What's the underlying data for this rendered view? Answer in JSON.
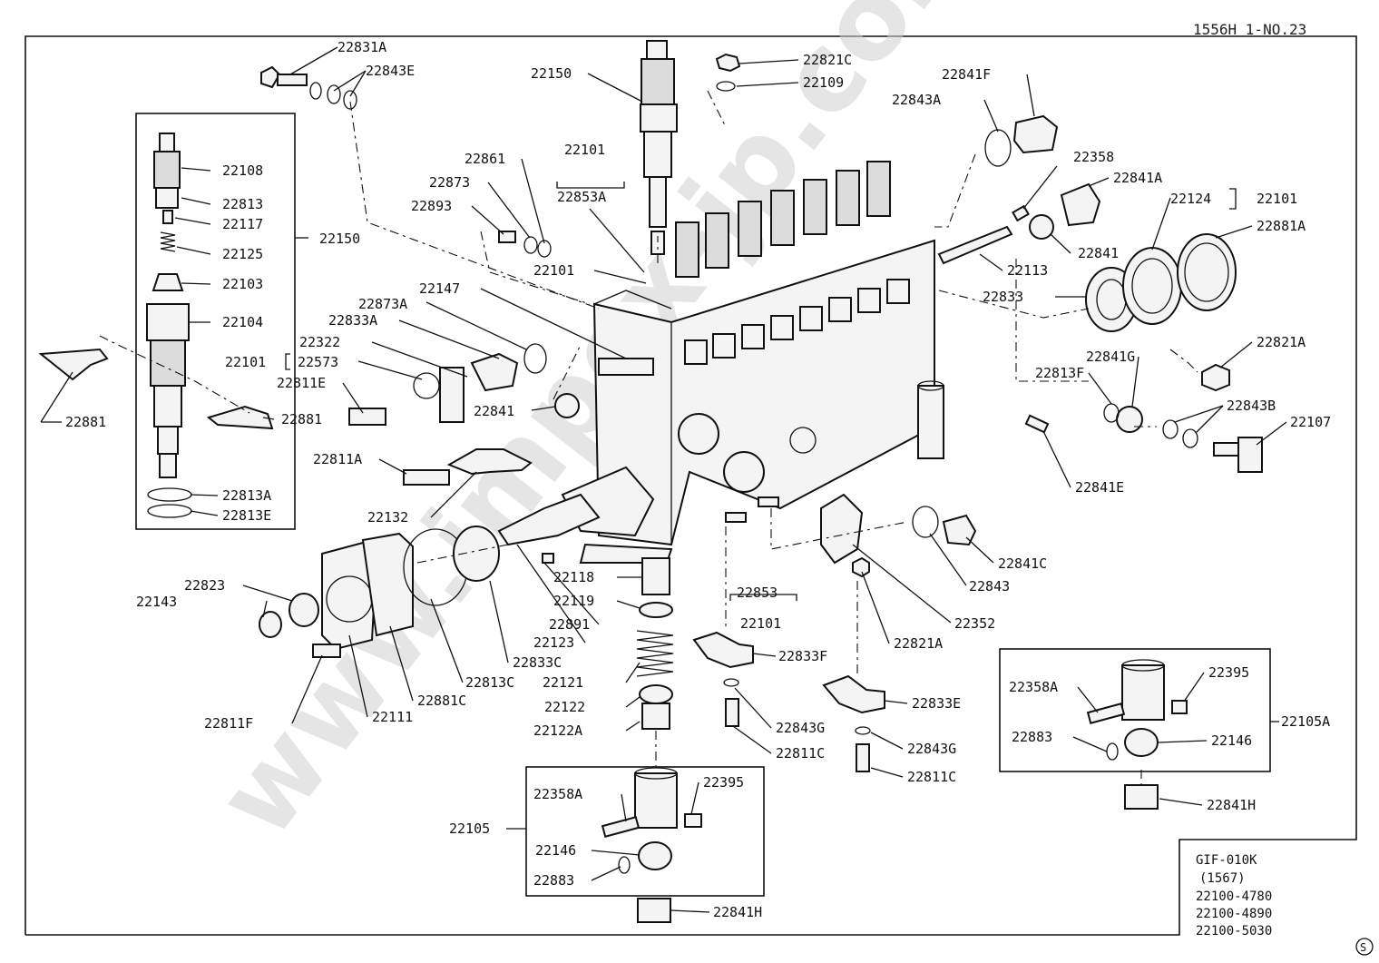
{
  "header": {
    "sheet_ref": "1556H 1-NO.23"
  },
  "watermark": {
    "text": "www.impex-jp.com",
    "color": "#cccccc"
  },
  "title_block": {
    "lines": [
      "GIF-010K",
      "(1567)",
      "22100-4780",
      "22100-4890",
      "22100-5030"
    ]
  },
  "corner_mark": "S",
  "part_labels": {
    "p22831A": "22831A",
    "p22843E": "22843E",
    "p22150a": "22150",
    "p22821C": "22821C",
    "p22109": "22109",
    "p22841F": "22841F",
    "p22843A": "22843A",
    "p22108": "22108",
    "p22813": "22813",
    "p22117": "22117",
    "p22125": "22125",
    "p22150b": "22150",
    "p22103": "22103",
    "p22104": "22104",
    "p22861": "22861",
    "p22101a": "22101",
    "p22873": "22873",
    "p22853A": "22853A",
    "p22893": "22893",
    "p22358": "22358",
    "p22841A": "22841A",
    "p22124": "22124",
    "p22101b": "22101",
    "p22881A": "22881A",
    "p22841a": "22841",
    "p22113": "22113",
    "p22101c": "22101",
    "p22147": "22147",
    "p22873A": "22873A",
    "p22833": "22833",
    "p22833A": "22833A",
    "p22322": "22322",
    "p22821A": "22821A",
    "p22101d": "22101",
    "p22573": "22573",
    "p22841G": "22841G",
    "p22813F": "22813F",
    "p22811E": "22811E",
    "p22843B": "22843B",
    "p22107": "22107",
    "p22841b": "22841",
    "p22881a": "22881",
    "p22881b": "22881",
    "p22811A": "22811A",
    "p22841E": "22841E",
    "p22813A": "22813A",
    "p22813E": "22813E",
    "p22132": "22132",
    "p22841C": "22841C",
    "p22118": "22118",
    "p22853": "22853",
    "p22843": "22843",
    "p22823": "22823",
    "p22119": "22119",
    "p22101e": "22101",
    "p22143": "22143",
    "p22891": "22891",
    "p22352": "22352",
    "p22123": "22123",
    "p22821A2": "22821A",
    "p22833C": "22833C",
    "p22833F": "22833F",
    "p22813C": "22813C",
    "p22121": "22121",
    "p22358Ab": "22358A",
    "p22395b": "22395",
    "p22881C": "22881C",
    "p22122": "22122",
    "p22833E": "22833E",
    "p22811F": "22811F",
    "p22111": "22111",
    "p22122A": "22122A",
    "p22843G": "22843G",
    "p22105A": "22105A",
    "p22883b": "22883",
    "p22146b": "22146",
    "p22811C": "22811C",
    "p22843G2": "22843G",
    "p22811C2": "22811C",
    "p22841Hb": "22841H",
    "p22358A": "22358A",
    "p22395": "22395",
    "p22105": "22105",
    "p22146": "22146",
    "p22883": "22883",
    "p22841H": "22841H"
  }
}
